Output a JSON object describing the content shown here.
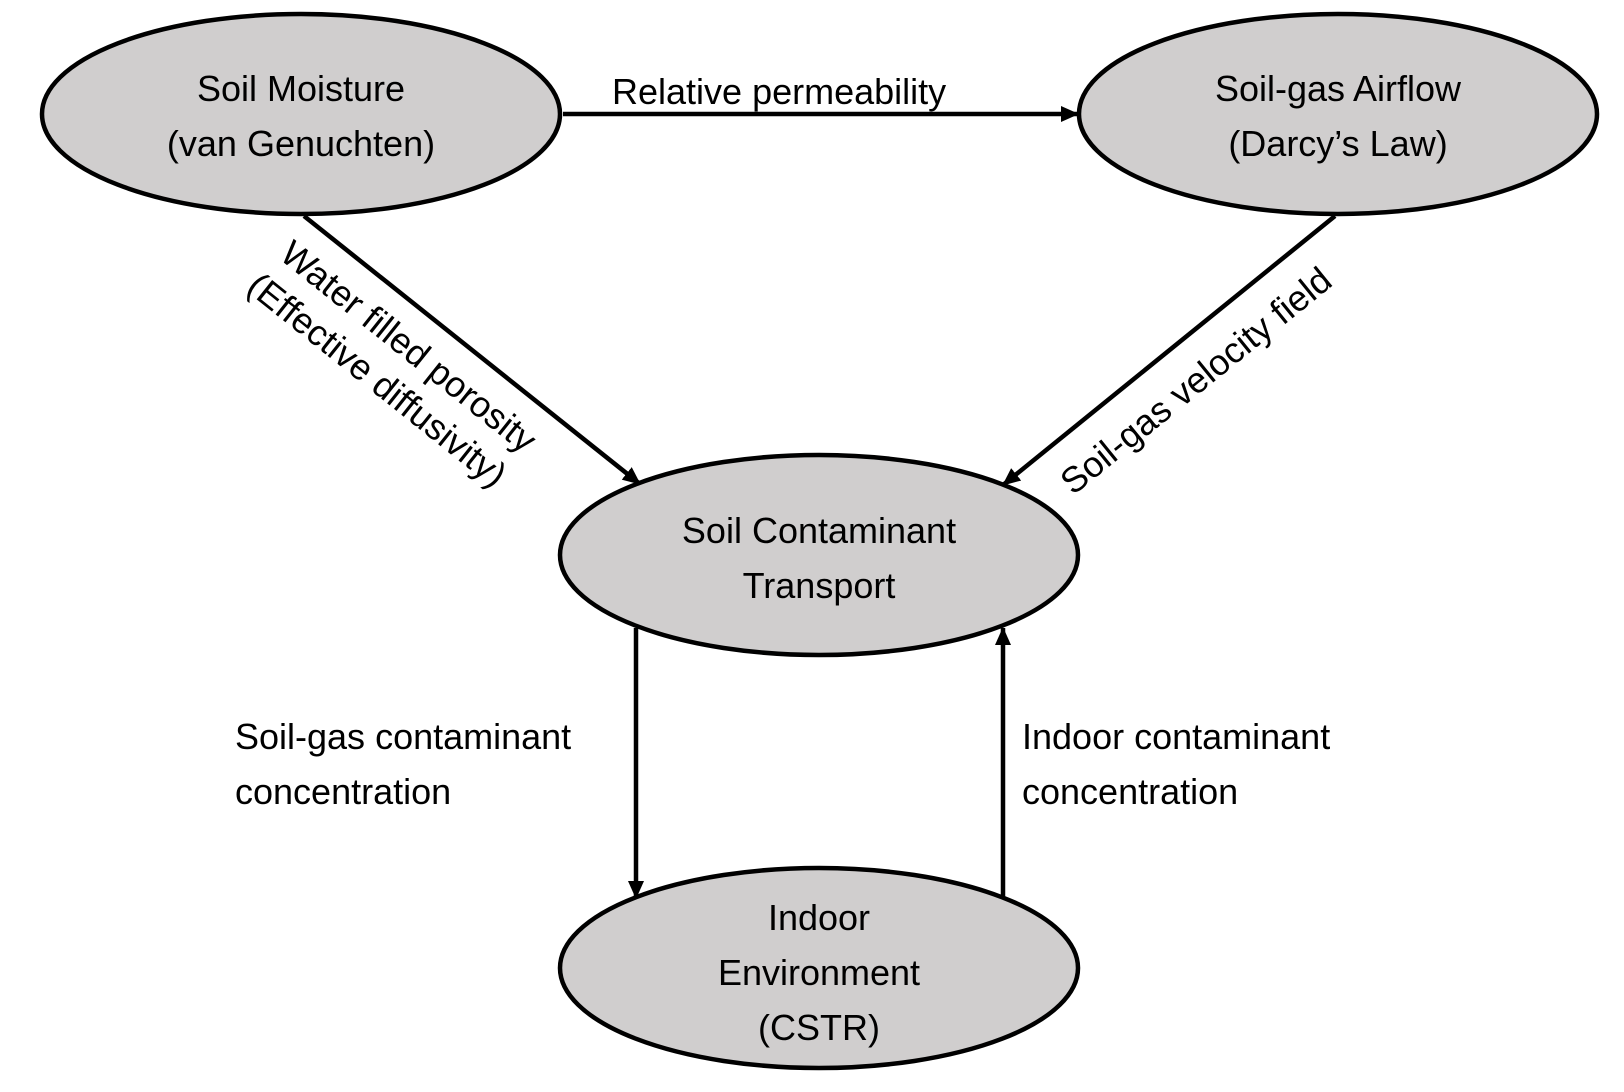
{
  "nodes": {
    "soil_moisture": {
      "line1": "Soil Moisture",
      "line2": "(van Genuchten)"
    },
    "soil_gas_airflow": {
      "line1": "Soil-gas Airflow",
      "line2": "(Darcy’s Law)"
    },
    "soil_contaminant_transport": {
      "line1": "Soil Contaminant",
      "line2": "Transport"
    },
    "indoor_environment": {
      "line1": "Indoor",
      "line2": "Environment",
      "line3": "(CSTR)"
    }
  },
  "edges": {
    "relative_permeability": {
      "label": "Relative permeability"
    },
    "water_filled_porosity": {
      "line1": "Water filled porosity",
      "line2": "(Effective diffusivity)"
    },
    "soil_gas_velocity": {
      "label": "Soil-gas velocity field"
    },
    "soil_gas_concentration": {
      "line1": "Soil-gas contaminant",
      "line2": "concentration"
    },
    "indoor_concentration": {
      "line1": "Indoor contaminant",
      "line2": "concentration"
    }
  },
  "colors": {
    "node_fill": "#d0cece",
    "stroke": "#000000",
    "background": "#ffffff"
  }
}
